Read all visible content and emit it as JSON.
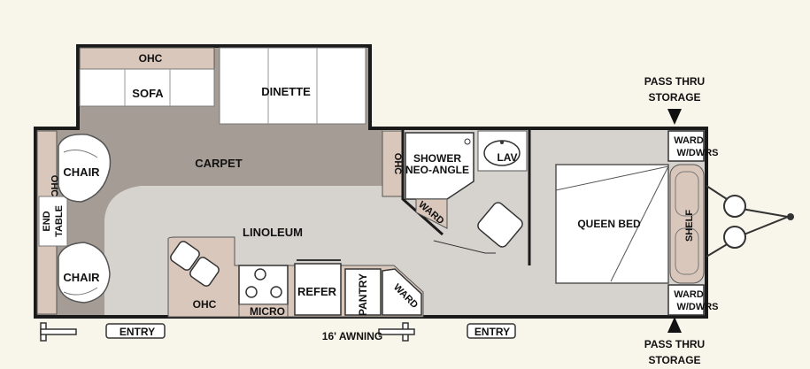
{
  "labels": {
    "ohc_top": "OHC",
    "sofa": "SOFA",
    "dinette": "DINETTE",
    "carpet": "CARPET",
    "linoleum": "LINOLEUM",
    "chair_top": "CHAIR",
    "chair_bottom": "CHAIR",
    "ohc_left": "OHC",
    "end_table_1": "END",
    "end_table_2": "TABLE",
    "ohc_wall": "OHC",
    "shower_1": "SHOWER",
    "shower_2": "NEO-ANGLE",
    "lav": "LAV",
    "ward_bath": "WARD",
    "queen_bed": "QUEEN BED",
    "shelf": "SHELF",
    "ward_top_1": "WARD",
    "ward_top_2": "W/DWRS",
    "ward_bottom_1": "WARD",
    "ward_bottom_2": "W/DWRS",
    "ohc_kitchen": "OHC",
    "micro": "MICRO",
    "refer": "REFER",
    "pantry": "PANTRY",
    "ward_kitchen": "WARD",
    "entry_1": "ENTRY",
    "entry_2": "ENTRY",
    "awning": "16' AWNING",
    "pass_thru_top_1": "PASS THRU",
    "pass_thru_top_2": "STORAGE",
    "pass_thru_bottom_1": "PASS THRU",
    "pass_thru_bottom_2": "STORAGE"
  },
  "colors": {
    "background": "#f8f5ea",
    "carpet": "#a59d95",
    "linoleum": "#d6d2ce",
    "cabinet": "#d9c7bb",
    "furniture": "#ffffff",
    "wall": "#1a1a1a"
  }
}
